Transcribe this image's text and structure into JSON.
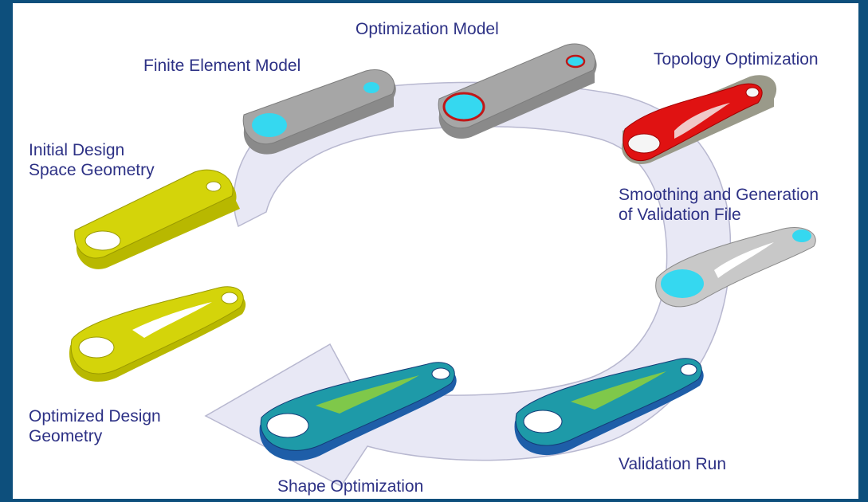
{
  "diagram": {
    "colors": {
      "frame": "#0d4f7c",
      "background": "#ffffff",
      "arrow": "#e8e8f5",
      "label_text": "#2d3185",
      "initial_part": "#d4d40a",
      "finite_element_part": "#a6a6a6",
      "topology_part": "#e01212",
      "cyan_hole": "#35d8f0",
      "fea_part": "#1e9aa8"
    },
    "stages": [
      {
        "id": "initial",
        "label_lines": [
          "Initial Design",
          "Space Geometry"
        ],
        "icon": "yellow-bar-part"
      },
      {
        "id": "finite-element",
        "label_lines": [
          "Finite Element Model"
        ],
        "icon": "gray-bar-part"
      },
      {
        "id": "optimization-model",
        "label_lines": [
          "Optimization Model"
        ],
        "icon": "gray-bar-constrained-part"
      },
      {
        "id": "topology",
        "label_lines": [
          "Topology Optimization"
        ],
        "icon": "red-topology-part"
      },
      {
        "id": "smoothing",
        "label_lines": [
          "Smoothing and Generation",
          "of Validation File"
        ],
        "icon": "gray-smooth-part"
      },
      {
        "id": "validation",
        "label_lines": [
          "Validation Run"
        ],
        "icon": "fea-contour-part"
      },
      {
        "id": "shape",
        "label_lines": [
          "Shape Optimization"
        ],
        "icon": "fea-contour-part"
      },
      {
        "id": "optimized",
        "label_lines": [
          "Optimized Design",
          "Geometry"
        ],
        "icon": "yellow-optimized-part"
      }
    ]
  }
}
